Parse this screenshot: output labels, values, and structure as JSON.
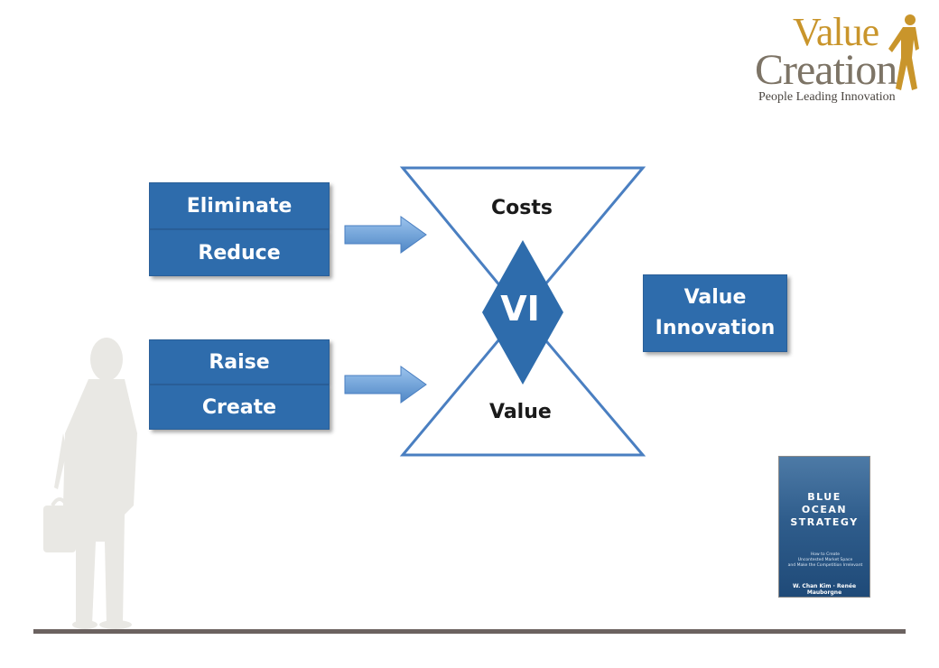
{
  "logo": {
    "line1": "Value",
    "line2": "Creation",
    "tagline": "People Leading Innovation"
  },
  "left_boxes": {
    "eliminate": "Eliminate",
    "reduce": "Reduce",
    "raise": "Raise",
    "create": "Create"
  },
  "hourglass": {
    "top_label": "Costs",
    "bottom_label": "Value",
    "center_label": "VI"
  },
  "result_box": {
    "line1": "Value",
    "line2": "Innovation"
  },
  "book": {
    "title_line1": "BLUE",
    "title_line2": "OCEAN",
    "title_line3": "STRATEGY",
    "subtitle_line1": "How to Create",
    "subtitle_line2": "Uncontested Market Space",
    "subtitle_line3": "and Make the Competition Irrelevant",
    "authors": "W. Chan Kim · Renée Mauborgne"
  },
  "colors": {
    "box_blue": "#2e6cac",
    "arrow_blue": "#6aa0d8",
    "hourglass_stroke": "#4a7fc1",
    "logo_gold": "#c9952b",
    "logo_gray": "#7d7466",
    "rule": "#6b6260"
  }
}
